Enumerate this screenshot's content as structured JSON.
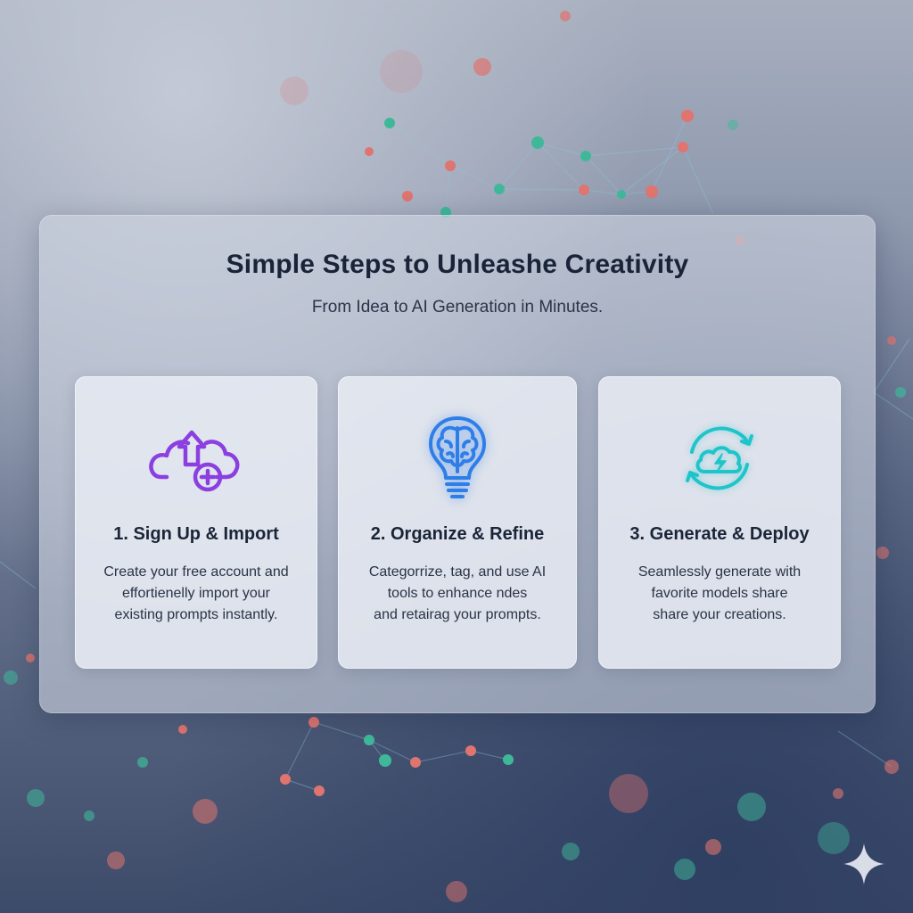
{
  "header": {
    "title": "Simple Steps to Unleashe Creativity",
    "subtitle": "From Idea to AI Generation in Minutes."
  },
  "steps": [
    {
      "icon": "cloud-upload-plus-icon",
      "color": "#8b3fe0",
      "heading": "1. Sign Up & Import",
      "lines": [
        "Create your free account and",
        "effortienelly import your",
        "existing prompts instantly."
      ]
    },
    {
      "icon": "brain-lightbulb-icon",
      "color": "#2f7ee8",
      "heading": "2. Organize & Refine",
      "lines": [
        "Categorrize, tag, and use AI",
        "tools to enhance ndes",
        "and retairag your prompts."
      ]
    },
    {
      "icon": "cloud-lightning-sync-icon",
      "color": "#1fc4c9",
      "heading": "3. Generate & Deploy",
      "lines": [
        "Seamlessly generate with",
        "favorite models share",
        "share your creations."
      ]
    }
  ],
  "decor": {
    "sparkle_icon": "sparkle-icon"
  }
}
